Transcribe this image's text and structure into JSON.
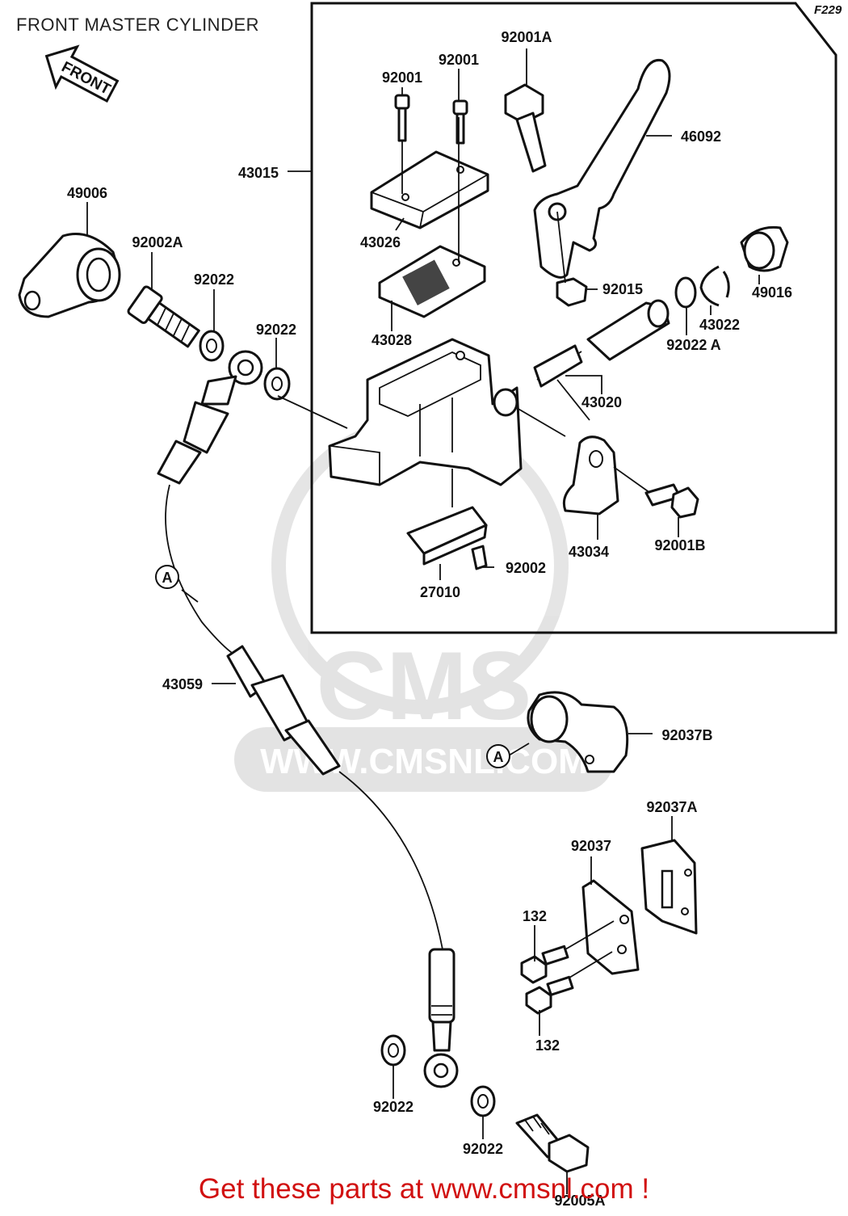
{
  "title": "FRONT MASTER CYLINDER",
  "diagram_code": "F229",
  "front_arrow_label": "FRONT",
  "watermark": {
    "brand": "CMS",
    "url": "WWW.CMSNL.COM"
  },
  "promo_text": "Get these parts at www.cmsnl.com !",
  "connector_marker": "A",
  "part_labels": {
    "p92001A": "92001A",
    "p92001_b": "92001",
    "p92001_a": "92001",
    "p46092": "46092",
    "p43015": "43015",
    "p49006": "49006",
    "p43026": "43026",
    "p92002A": "92002A",
    "p92022_a": "92022",
    "p92015": "92015",
    "p49016": "49016",
    "p43022": "43022",
    "p92022A": "92022 A",
    "p92022_b": "92022",
    "p43028": "43028",
    "p43020": "43020",
    "p43034": "43034",
    "p92001B": "92001B",
    "p92002": "92002",
    "p27010": "27010",
    "p43059": "43059",
    "p92037B": "92037B",
    "p92037A": "92037A",
    "p92037": "92037",
    "p132_a": "132",
    "p132_b": "132",
    "p92022_c": "92022",
    "p92022_d": "92022",
    "p92005A": "92005A"
  }
}
